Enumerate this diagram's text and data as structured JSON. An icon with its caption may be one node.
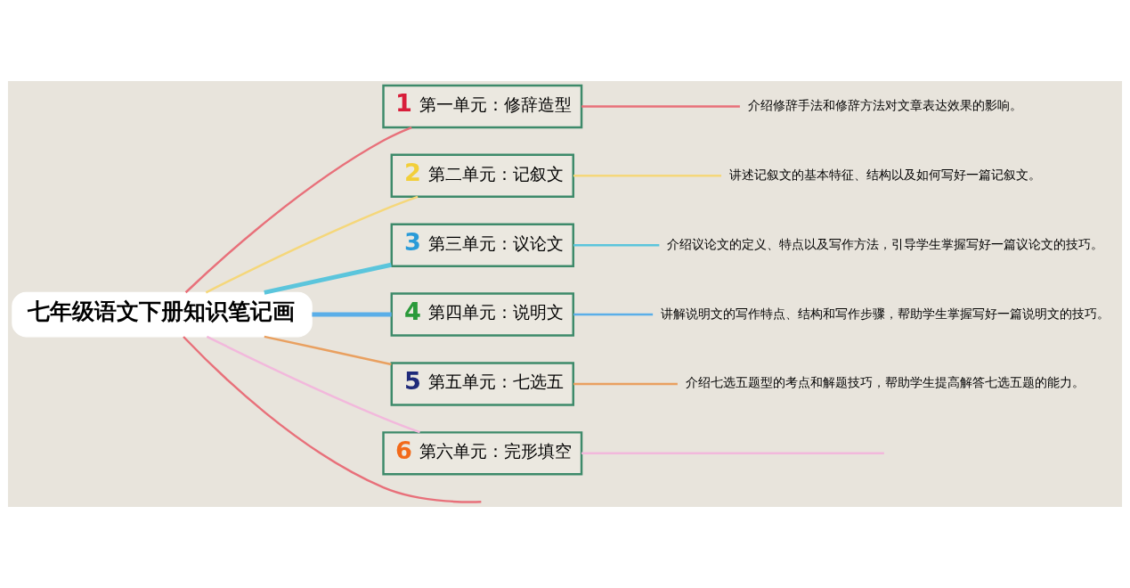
{
  "diagram": {
    "nodes": [
      {
        "text": [
          "七年级语文下册知识笔记画"
        ]
      },
      {
        "text": [
          "1",
          "第一单元：修辞造型"
        ]
      },
      {
        "text": [
          "2",
          "第二单元：记叙文"
        ]
      },
      {
        "text": [
          "3",
          "第三单元：议论文"
        ]
      },
      {
        "text": [
          "4",
          "第四单元：说明文"
        ]
      },
      {
        "text": [
          "5",
          "第五单元：七选五"
        ]
      },
      {
        "text": [
          "6",
          "第六单元：完形填空"
        ]
      },
      {
        "text": [
          "介绍修辞手法和修辞方法对文章表达效果的影响。"
        ]
      },
      {
        "text": [
          "讲述记叙文的基本特征、结构以及如何写好一篇记叙文。"
        ]
      },
      {
        "text": [
          "介绍议论文的定义、特点以及写作方法，引导学生掌握写好一篇议论文的技巧。"
        ]
      },
      {
        "text": [
          "讲解说明文的写作特点、结构和写作步骤，帮助学生掌握写好一篇说明文的技巧。"
        ]
      },
      {
        "text": [
          "介绍七选五题型的考点和解题技巧，帮助学生提高解答七选五题的能力。"
        ]
      }
    ],
    "edges": [
      {
        "from": 0,
        "to": 1,
        "arrow": "none",
        "color": "#e8707a"
      },
      {
        "from": 0,
        "to": 2,
        "arrow": "none",
        "color": "#f5d77a"
      },
      {
        "from": 0,
        "to": 3,
        "arrow": "none",
        "style": "thick",
        "color": "#5bc5dc"
      },
      {
        "from": 0,
        "to": 4,
        "arrow": "none",
        "style": "thick",
        "color": "#5aaee8"
      },
      {
        "from": 0,
        "to": 5,
        "arrow": "none",
        "color": "#e9a060"
      },
      {
        "from": 0,
        "to": 6,
        "arrow": "none",
        "color": "#f2b8dc"
      },
      {
        "from": 0,
        "to": null,
        "arrow": "none",
        "color": "#e8707a"
      },
      {
        "from": 1,
        "to": 7,
        "arrow": "none",
        "color": "#e8707a"
      },
      {
        "from": 2,
        "to": 8,
        "arrow": "none",
        "color": "#f5d77a"
      },
      {
        "from": 3,
        "to": 9,
        "arrow": "none",
        "color": "#5bc5dc"
      },
      {
        "from": 4,
        "to": 10,
        "arrow": "none",
        "color": "#5aaee8"
      },
      {
        "from": 5,
        "to": 11,
        "arrow": "none",
        "color": "#e9a060"
      },
      {
        "from": 6,
        "to": null,
        "arrow": "none",
        "color": "#f2b8dc"
      }
    ]
  }
}
